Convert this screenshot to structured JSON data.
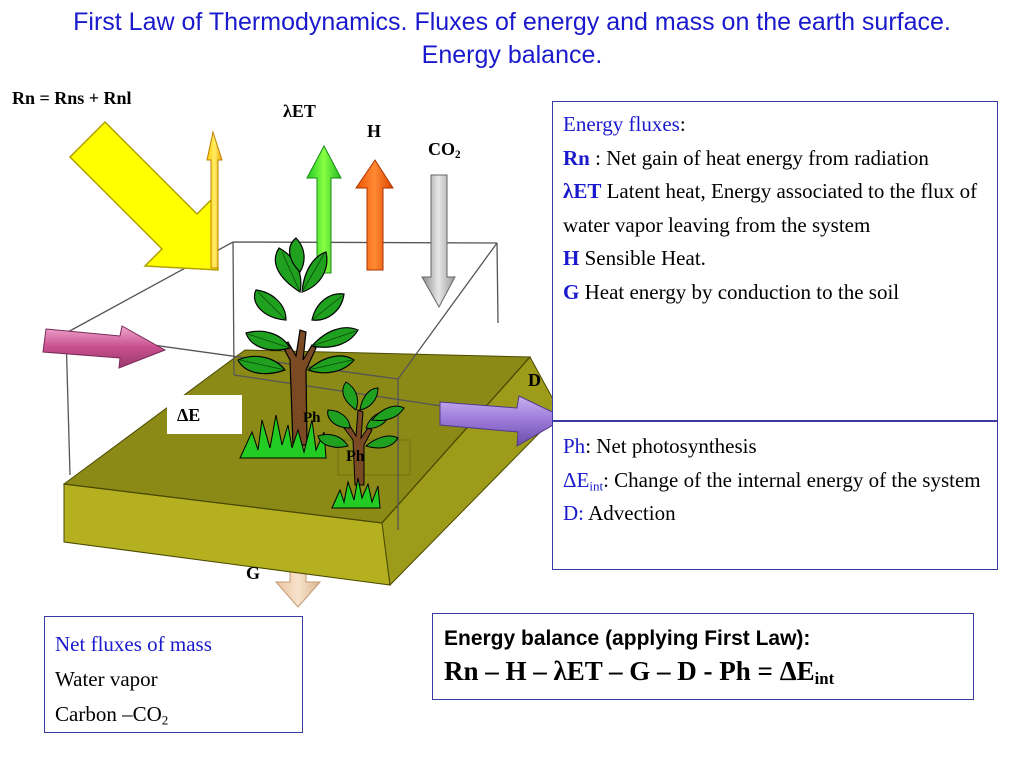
{
  "title": "First Law of Thermodynamics. Fluxes of energy and mass on the earth surface. Energy balance.",
  "diagram": {
    "rn_equation": "Rn = Rns + Rnl",
    "let_label": "λET",
    "h_label": "H",
    "co2_label": "CO",
    "co2_sub": "2",
    "d_label": "D",
    "g_label": "G",
    "delta_e_label": "ΔE",
    "ph_label": "Ph",
    "ph_label_small": "Ph"
  },
  "energy_fluxes_box": {
    "heading": "Energy fluxes",
    "heading_colon": ":",
    "rn_term": "Rn",
    "rn_desc": " : Net gain of heat energy from radiation",
    "let_term": "λET",
    "let_desc": " Latent heat,  Energy associated to the flux of water vapor leaving from the system",
    "h_term": "H",
    "h_desc": "  Sensible Heat.",
    "g_term": "G",
    "g_desc": " Heat energy by conduction to the soil"
  },
  "other_terms_box": {
    "ph_term": "Ph",
    "ph_desc": ": Net photosynthesis",
    "de_term": "ΔE",
    "de_sub": "int",
    "de_desc": ":  Change of the internal energy of the system",
    "d_term": "D:",
    "d_desc": " Advection"
  },
  "mass_box": {
    "heading": "Net fluxes of mass",
    "line1": "Water vapor",
    "line2": "Carbon –CO",
    "line2_sub": "2"
  },
  "balance_box": {
    "title": "Energy balance (applying First Law):",
    "equation": "Rn – H – λET – G –  D - Ph  = ΔE",
    "equation_sub": "int"
  }
}
